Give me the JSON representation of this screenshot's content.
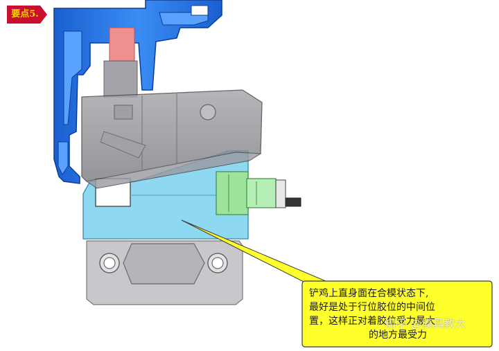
{
  "tag": {
    "label": "要点5.",
    "colors": {
      "fill": "#c8102e",
      "text": "#ffd400"
    }
  },
  "callout": {
    "lines": [
      "铲鸡上直身面在合模状态下,",
      "最好是处于行位胶位的中间位",
      "置，这样正对着胶位受力最大",
      "的地方最受力"
    ],
    "colors": {
      "fill": "#ffff2b",
      "border": "#3a3a3a"
    }
  },
  "watermark": {
    "text": "知乎 @模具教大"
  },
  "parts": {
    "frame_color": "#1f6fe0",
    "slide_color": "#8fd8f2",
    "wedge_color": "#8a8a90",
    "cylinder_color": "#9ce39c",
    "base_color": "#c8c8cc",
    "pin_color": "#f08f8f"
  }
}
